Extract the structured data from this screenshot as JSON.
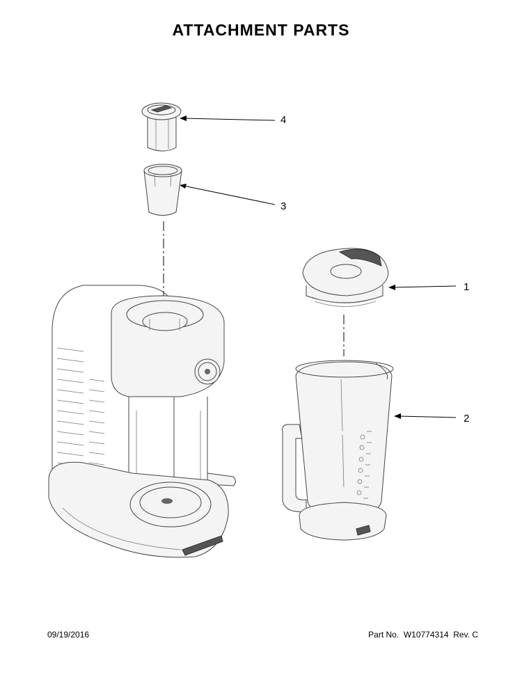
{
  "header": {
    "title": "ATTACHMENT PARTS"
  },
  "callouts": [
    {
      "id": "4",
      "label": "4"
    },
    {
      "id": "3",
      "label": "3"
    },
    {
      "id": "1",
      "label": "1"
    },
    {
      "id": "2",
      "label": "2"
    }
  ],
  "footer": {
    "date": "09/19/2016",
    "part_number": "Part No.  W10774314  Rev. C"
  }
}
